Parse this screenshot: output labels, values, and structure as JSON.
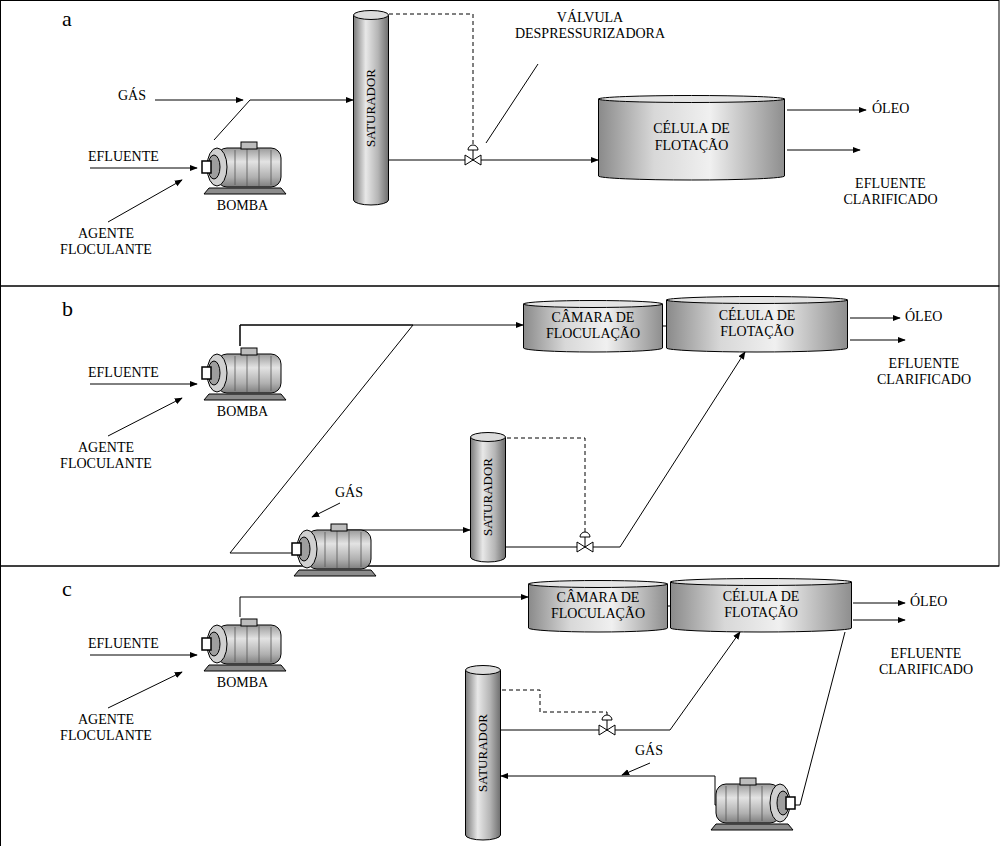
{
  "diagram": {
    "nodes": [
      {
        "text": [
          "SATURADOR"
        ]
      },
      {
        "text": [
          "CÉLULA DE FLOTAÇÃO"
        ]
      },
      {
        "text": [
          "BOMBA"
        ]
      },
      {
        "text": [
          "CÂMARA DE FLOCULAÇÃO"
        ]
      },
      {
        "text": [
          "CÉLULA DE FLOTAÇÃO"
        ]
      },
      {
        "text": [
          "BOMBA"
        ]
      },
      {
        "text": [
          "SATURADOR"
        ]
      },
      {
        "text": [
          "CÂMARA DE FLOCULAÇÃO"
        ]
      },
      {
        "text": [
          "CÉLULA DE FLOTAÇÃO"
        ]
      },
      {
        "text": [
          "BOMBA"
        ]
      },
      {
        "text": [
          "SATURADOR"
        ]
      }
    ],
    "edges": [
      {
        "from": 2,
        "to": 0,
        "arrow": "to"
      },
      {
        "from": 0,
        "to": 1,
        "arrow": "to"
      },
      {
        "from": 5,
        "to": 3,
        "arrow": "to"
      },
      {
        "from": 3,
        "to": 4,
        "arrow": "none"
      },
      {
        "from": 5,
        "to": 6,
        "arrow": "to"
      },
      {
        "from": 6,
        "to": 4,
        "arrow": "to"
      },
      {
        "from": 9,
        "to": 7,
        "arrow": "to"
      },
      {
        "from": 7,
        "to": 8,
        "arrow": "none"
      },
      {
        "from": 10,
        "to": 8,
        "arrow": "to"
      },
      {
        "from": 8,
        "to": 10,
        "arrow": "to"
      }
    ],
    "labels": [
      "a",
      "GÁS",
      "EFLUENTE",
      "AGENTE FLOCULANTE",
      "VÁLVULA DESPRESSURIZADORA",
      "ÓLEO",
      "EFLUENTE CLARIFICADO",
      "b",
      "EFLUENTE",
      "AGENTE FLOCULANTE",
      "ÓLEO",
      "EFLUENTE CLARIFICADO",
      "GÁS",
      "c",
      "EFLUENTE",
      "AGENTE FLOCULANTE",
      "ÓLEO",
      "EFLUENTE CLARIFICADO",
      "GÁS"
    ]
  }
}
